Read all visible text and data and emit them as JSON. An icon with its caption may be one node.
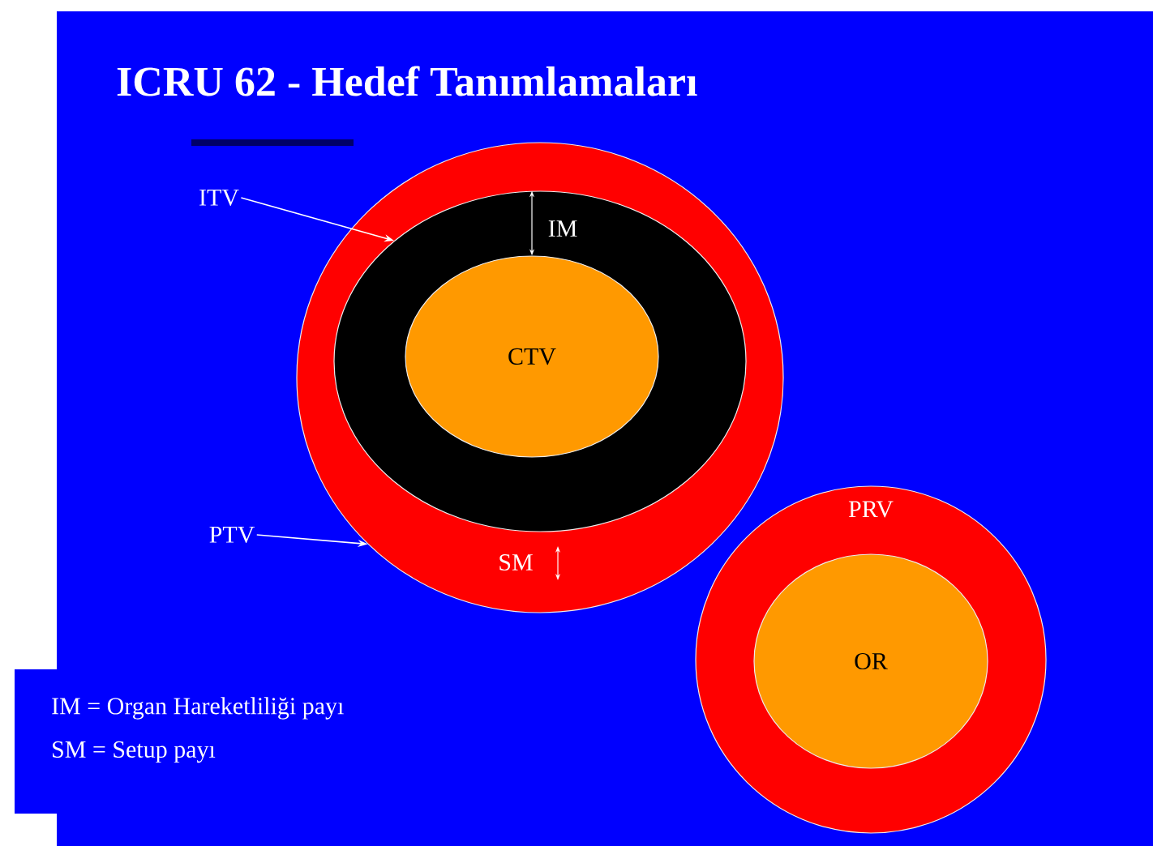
{
  "diagram": {
    "title": "ICRU 62 - Hedef Tanımlamaları",
    "nodes": [
      {
        "text": [],
        "shape": "circle"
      },
      {
        "text": [],
        "shape": "circle",
        "in": 0
      },
      {
        "text": [
          "CTV"
        ],
        "in": 1
      },
      {
        "text": [
          "ITV"
        ]
      },
      {
        "text": [
          "PTV"
        ]
      },
      {
        "text": [
          "PRV"
        ]
      },
      {
        "text": [
          "OR"
        ],
        "in": 5
      }
    ],
    "edges": [
      {
        "from": 3,
        "to": 1,
        "arrow": "to"
      },
      {
        "from": 4,
        "to": 0,
        "arrow": "to"
      },
      {
        "from": 1,
        "to": 2,
        "arrow": "both"
      }
    ],
    "labels": [
      "IM",
      "SM",
      "IM = Organ Hareketliliği payı",
      "SM = Setup payı"
    ]
  }
}
